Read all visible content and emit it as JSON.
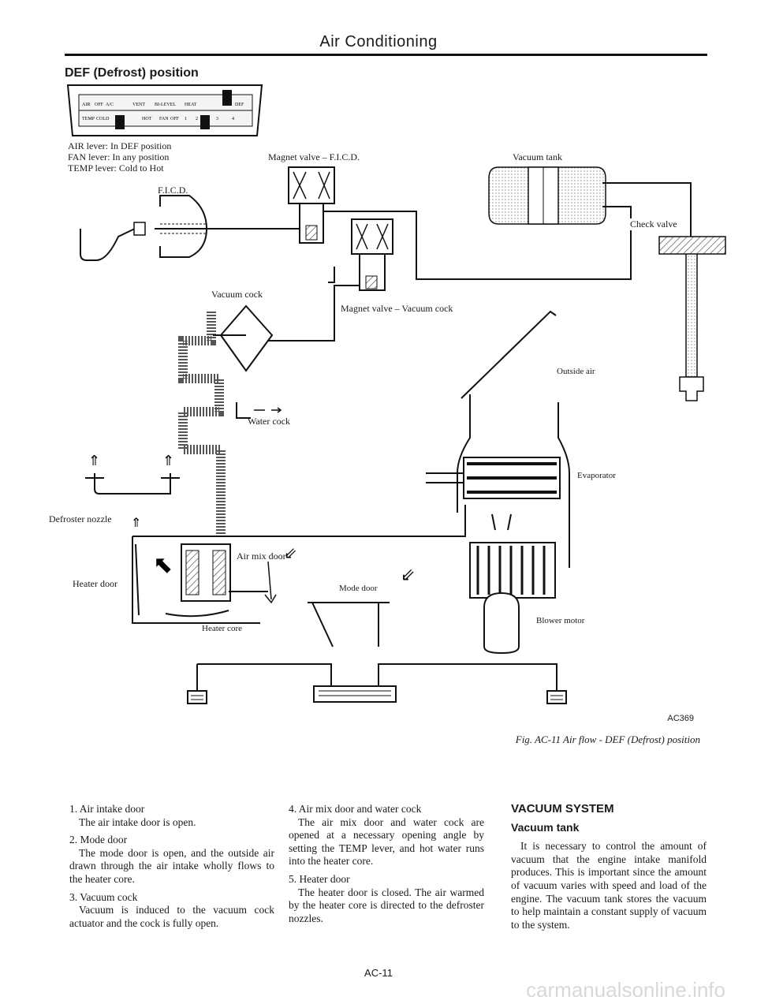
{
  "header": {
    "title": "Air Conditioning"
  },
  "section": {
    "title": "DEF (Defrost) position"
  },
  "panel": {
    "row1": [
      "AIR",
      "OFF",
      "A/C",
      "VENT",
      "BI-LEVEL",
      "HEAT",
      "DEF"
    ],
    "row2": [
      "TEMP",
      "COLD",
      "HOT",
      "FAN",
      "OFF",
      "1",
      "2",
      "3",
      "4"
    ]
  },
  "levers": {
    "air": "AIR lever: In DEF position",
    "fan": "FAN lever: In any position",
    "temp": "TEMP lever: Cold to Hot"
  },
  "diagram_labels": {
    "ficd": "F.I.C.D.",
    "magnet_ficd": "Magnet valve – F.I.C.D.",
    "vacuum_tank": "Vacuum tank",
    "check_valve": "Check valve",
    "vacuum_cock": "Vacuum cock",
    "magnet_vacuum_cock": "Magnet valve – Vacuum cock",
    "outside_air": "Outside air",
    "water_cock": "Water cock",
    "evaporator": "Evaporator",
    "defroster_nozzle": "Defroster nozzle",
    "heater_door": "Heater door",
    "air_mix_door": "Air mix door",
    "mode_door": "Mode door",
    "heater_core": "Heater core",
    "blower_motor": "Blower motor"
  },
  "figure": {
    "code": "AC369",
    "caption": "Fig. AC-11 Air flow - DEF (Defrost) position"
  },
  "items": [
    {
      "title": "1. Air intake door",
      "body": "The air intake door is open."
    },
    {
      "title": "2. Mode door",
      "body": "The mode door is open, and the outside air drawn through the air intake wholly flows to the heater core."
    },
    {
      "title": "3. Vacuum cock",
      "body": "Vacuum is induced to the vacuum cock actuator and the cock is fully open."
    },
    {
      "title": "4. Air mix door and water cock",
      "body": "The air mix door and water cock are opened at a necessary opening angle by setting the TEMP lever, and hot water runs into the heater core."
    },
    {
      "title": "5. Heater door",
      "body": "The heater door is closed. The air warmed by the heater core is directed to the defroster nozzles."
    }
  ],
  "vacuum_system": {
    "heading": "VACUUM SYSTEM",
    "subheading": "Vacuum tank",
    "body": "It is necessary to control the amount of vacuum that the engine intake manifold produces. This is important since the amount of vacuum varies with speed and load of the engine. The vacuum tank stores the vacuum to help maintain a constant supply of vacuum to the system."
  },
  "page_number": "AC-11",
  "watermark": "carmanualsonline.info"
}
